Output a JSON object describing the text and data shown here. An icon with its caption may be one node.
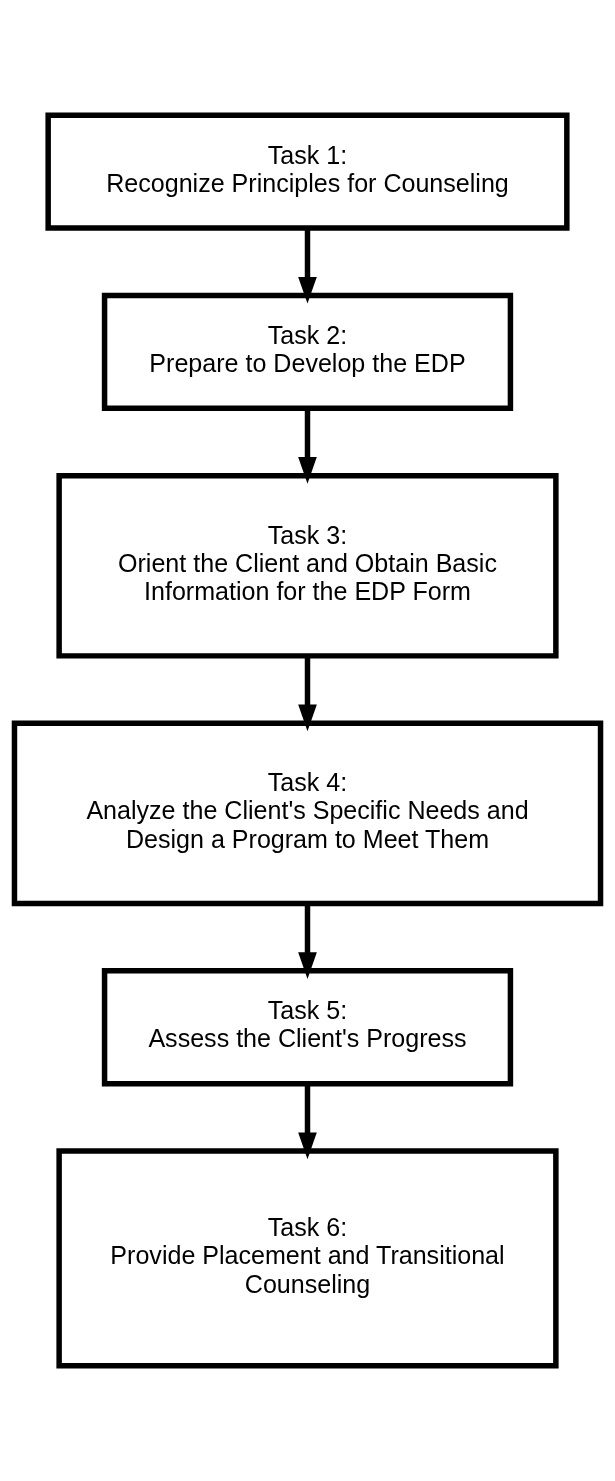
{
  "diagram": {
    "nodes": [
      {
        "text": [
          "Task 1:",
          "Recognize Principles for Counseling"
        ]
      },
      {
        "text": [
          "Task 2:",
          "Prepare to Develop the EDP"
        ]
      },
      {
        "text": [
          "Task 3:",
          "Orient the Client and Obtain Basic Information for the EDP Form"
        ]
      },
      {
        "text": [
          "Task 4:",
          "Analyze the Client's Specific Needs and Design a Program to Meet Them"
        ]
      },
      {
        "text": [
          "Task 5:",
          "Assess the Client's Progress"
        ]
      },
      {
        "text": [
          "Task 6:",
          "Provide Placement and Transitional Counseling"
        ]
      }
    ],
    "edges": [
      {
        "from": 0,
        "to": 1,
        "arrow": "to"
      },
      {
        "from": 1,
        "to": 2,
        "arrow": "to"
      },
      {
        "from": 2,
        "to": 3,
        "arrow": "to"
      },
      {
        "from": 3,
        "to": 4,
        "arrow": "to"
      },
      {
        "from": 4,
        "to": 5,
        "arrow": "to"
      }
    ]
  }
}
